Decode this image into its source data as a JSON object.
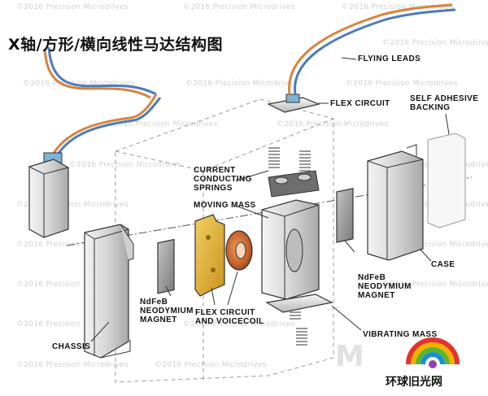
{
  "title": "X轴/方形/横向线性马达结构图",
  "labels": {
    "flying_leads": "FLYING LEADS",
    "flex_circuit_top": "FLEX CIRCUIT",
    "self_adhesive_backing": [
      "SELF ADHESIVE",
      "BACKING"
    ],
    "current_conducting_springs": [
      "CURRENT",
      "CONDUCTING",
      "SPRINGS"
    ],
    "moving_mass": "MOVING MASS",
    "ndfeb_right": [
      "NdFeB",
      "NEODYMIUM",
      "MAGNET"
    ],
    "case": "CASE",
    "ndfeb_left": [
      "NdFeB",
      "NEODYMIUM",
      "MAGNET"
    ],
    "flex_circuit_voicecoil": [
      "FLEX CIRCUIT",
      "AND VOICECOIL"
    ],
    "chassis": "CHASSIS",
    "vibrating_mass": "VIBRATING MASS"
  },
  "watermark_text": "©2016 Precision Microdrives",
  "brand": {
    "name": "环球旧光网",
    "logo_letter": "M"
  },
  "colors": {
    "lead_orange": "#d8833a",
    "lead_blue": "#4a7bbf",
    "metal_light": "#e6e6e6",
    "metal_dark": "#8e8e8e",
    "magnet_gray": "#9c9c9c",
    "coil_orange": "#c4622a",
    "flex_gold": "#e7b53a",
    "spring_gray": "#777777"
  }
}
